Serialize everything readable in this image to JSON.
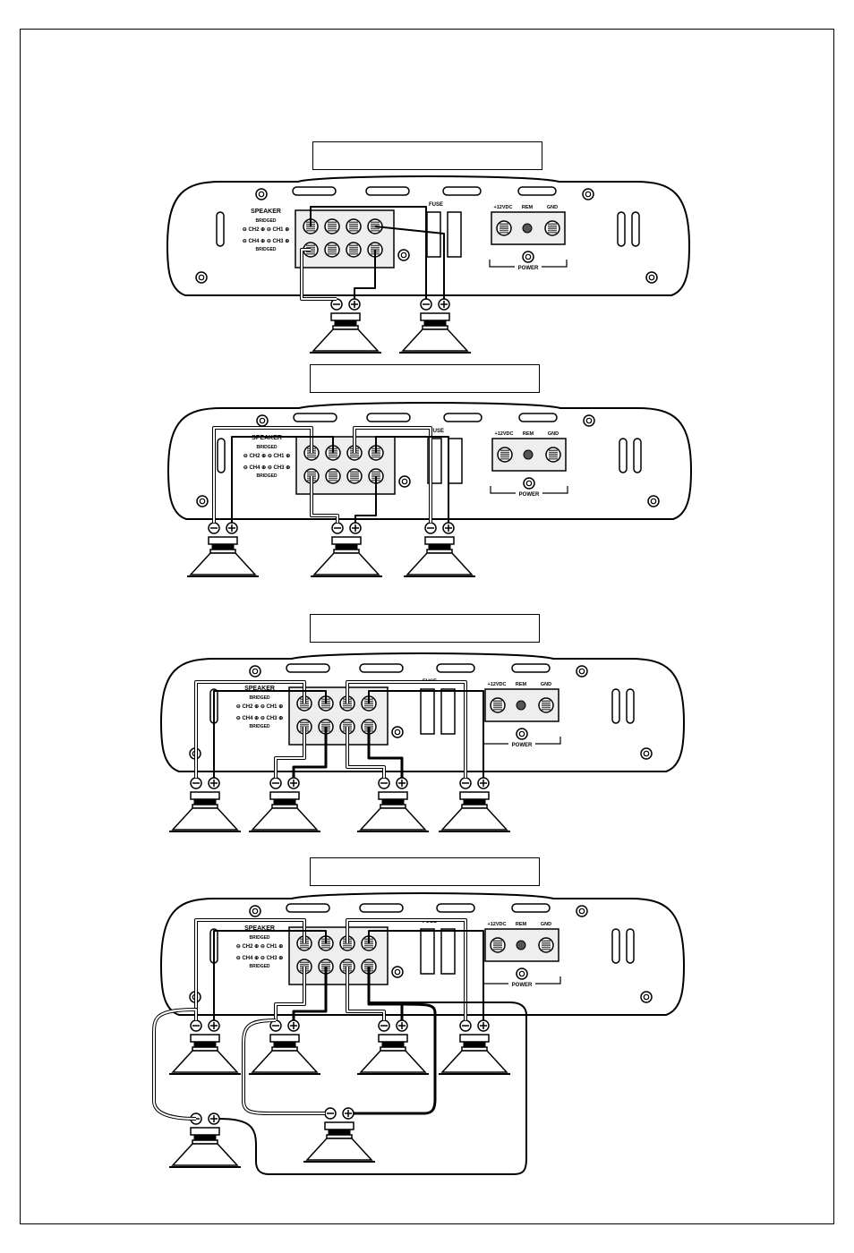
{
  "labels": {
    "speaker": "SPEAKER",
    "bridged": "BRIDGED",
    "ch_row_top": "⊖ CH2 ⊕ ⊖ CH1 ⊕",
    "ch_row_bottom": "⊖ CH4 ⊕ ⊖ CH3 ⊕",
    "fuse": "FUSE",
    "plus12": "+12VDC",
    "rem": "REM",
    "gnd": "GND",
    "power": "POWER",
    "neg": "⊖",
    "pos": "⊕"
  },
  "diagrams": [
    {
      "caption": "",
      "speakers": 2
    },
    {
      "caption": "",
      "speakers": 3
    },
    {
      "caption": "",
      "speakers": 4
    },
    {
      "caption": "",
      "speakers": 6
    }
  ],
  "colors": {
    "line": "#000000",
    "panel_fill": "#eeeeee",
    "terminal_fill": "#555555"
  }
}
